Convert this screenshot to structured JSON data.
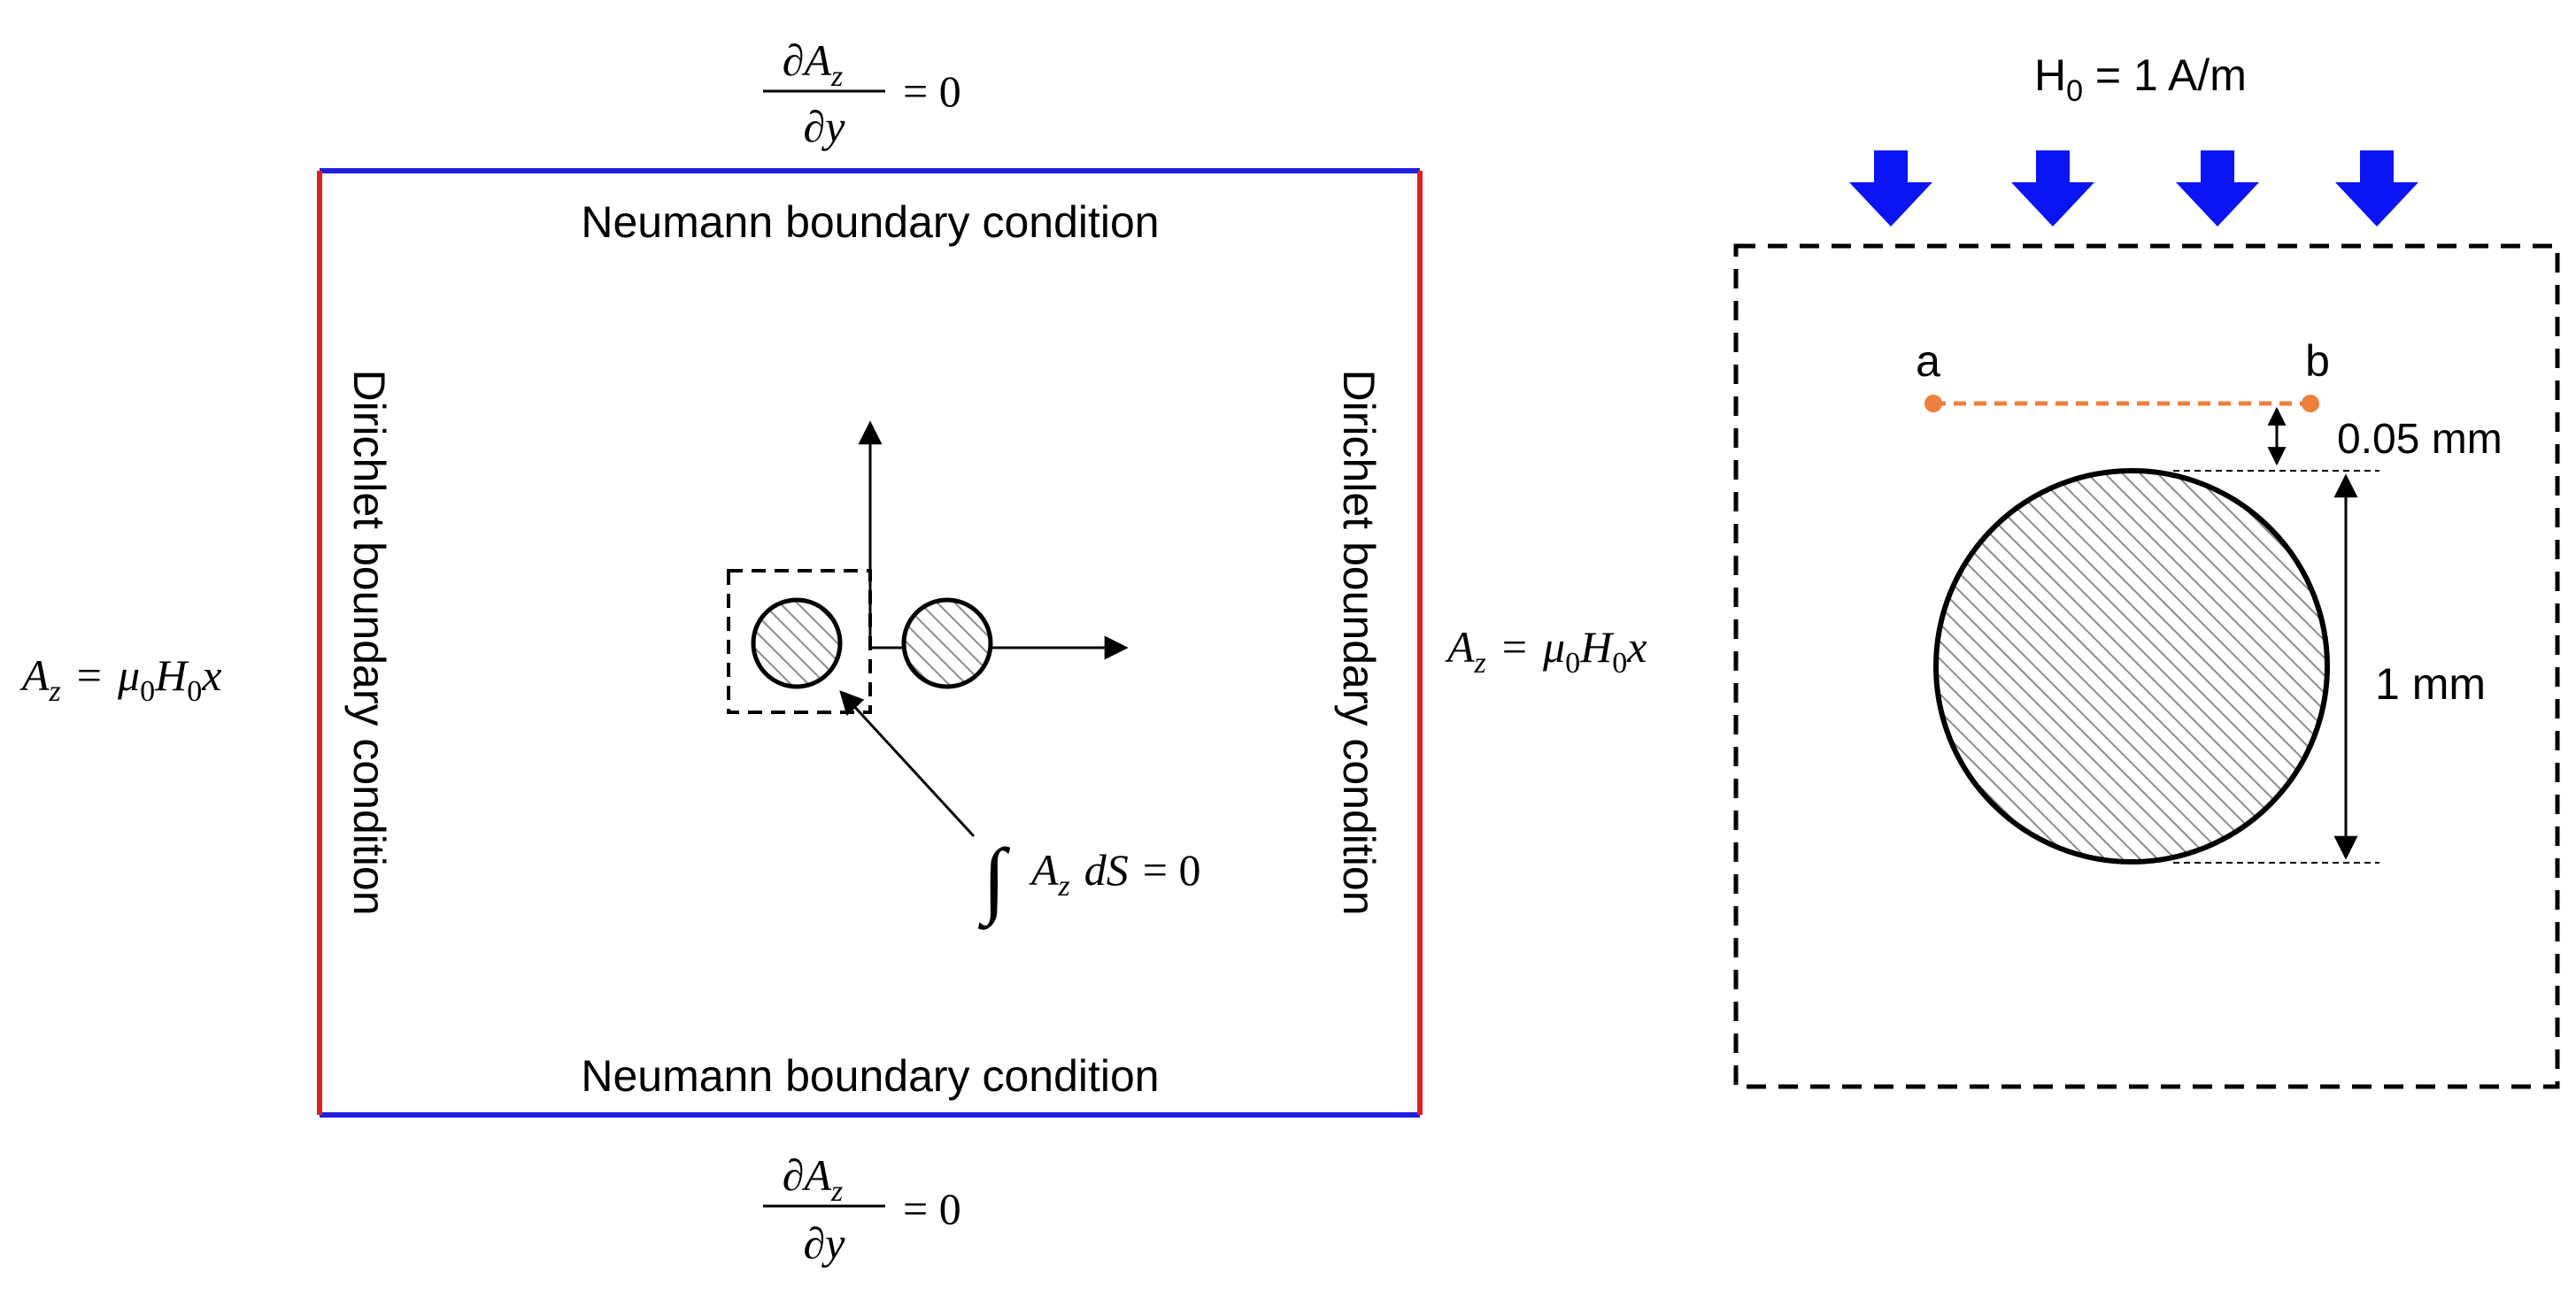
{
  "colors": {
    "neumann_edge": "#1f1fe0",
    "dirichlet_edge": "#e01f1f",
    "field_arrows": "#0a14f5",
    "probe_line": "#ee7f3c",
    "ink": "#000000",
    "hatch": "#8c8c8c"
  },
  "left_panel": {
    "top_bc": {
      "numerator_letter": "∂A",
      "numerator_sub": "z",
      "denominator": "∂y",
      "rhs": "= 0"
    },
    "bottom_bc": {
      "numerator_letter": "∂A",
      "numerator_sub": "z",
      "denominator": "∂y",
      "rhs": "= 0"
    },
    "top_label": "Neumann boundary condition",
    "bottom_label": "Neumann boundary condition",
    "left_label": "Dirichlet boundary condition",
    "right_label": "Dirichlet boundary condition",
    "left_bc": {
      "lhs": "A",
      "lhs_sub": "z",
      "eq": "=",
      "mu": "μ",
      "mu_sub": "0",
      "h": "H",
      "h_sub": "0",
      "x": "x"
    },
    "constraint": {
      "integral": "∫",
      "a": "A",
      "a_sub": "z",
      "ds": "dS",
      "rhs": "= 0"
    }
  },
  "right_panel": {
    "field_label_main": "H",
    "field_label_sub": "0",
    "field_label_rest": " = 1 A/m",
    "point_a": "a",
    "point_b": "b",
    "gap_label": "0.05 mm",
    "diameter_label": "1 mm",
    "left_bc": {
      "lhs": "A",
      "lhs_sub": "z",
      "eq": "=",
      "mu": "μ",
      "mu_sub": "0",
      "h": "H",
      "h_sub": "0",
      "x": "x"
    }
  }
}
